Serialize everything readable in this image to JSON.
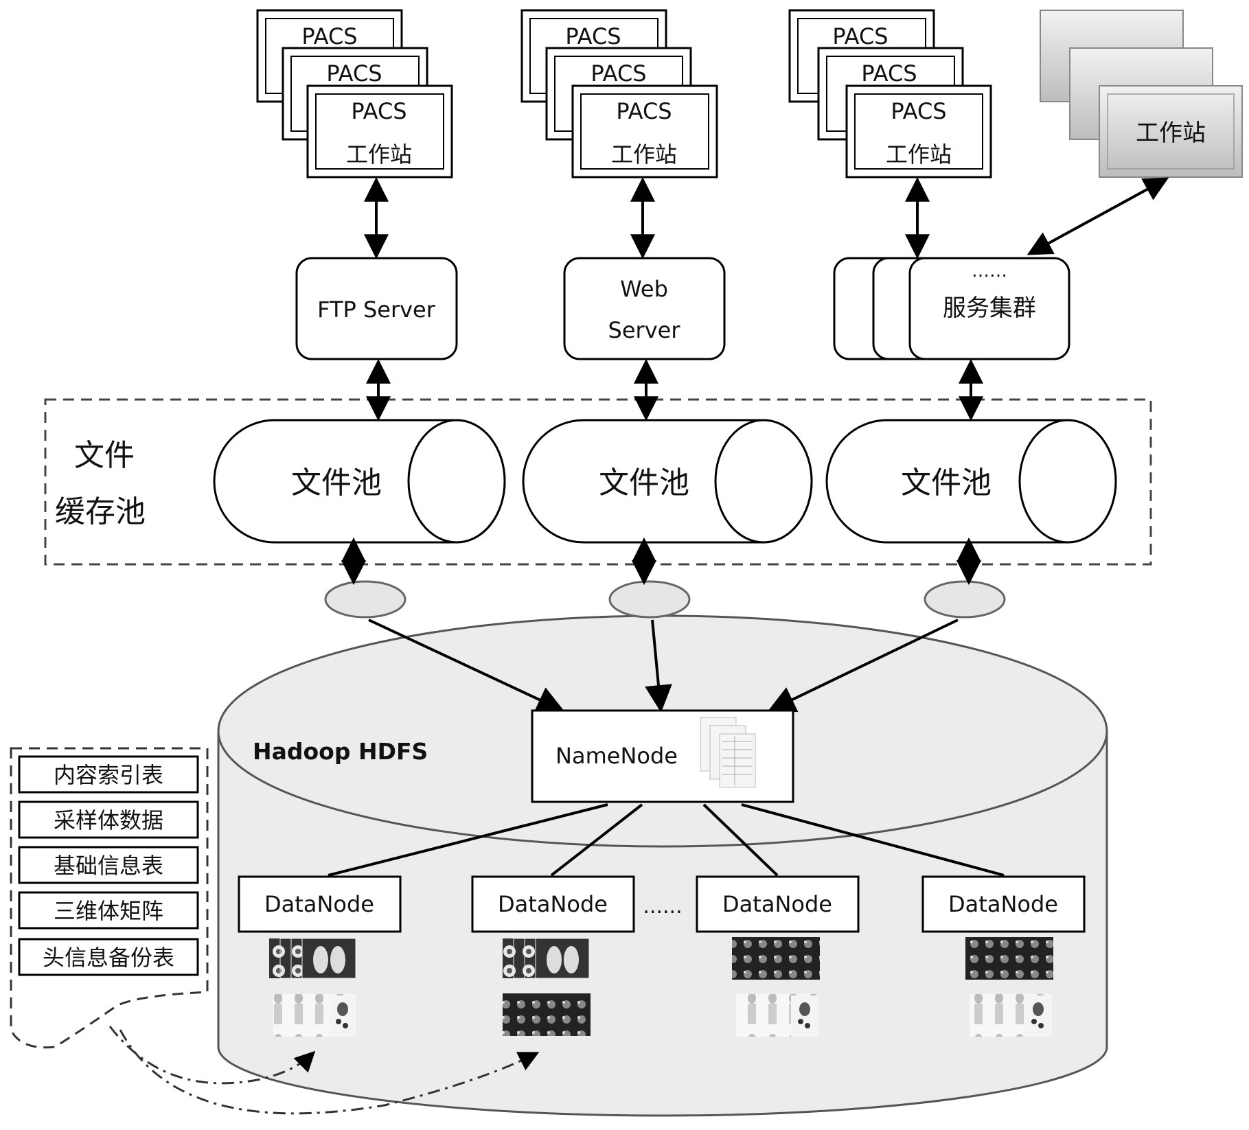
{
  "workstations": {
    "pacs": "PACS",
    "station": "工作站",
    "columns": [
      {
        "back1": "PACS",
        "back2": "PACS",
        "front_top": "PACS",
        "front_bottom": "工作站"
      },
      {
        "back1": "PACS",
        "back2": "PACS",
        "front_top": "PACS",
        "front_bottom": "工作站"
      },
      {
        "back1": "PACS",
        "back2": "PACS",
        "front_top": "PACS",
        "front_bottom": "工作站"
      }
    ],
    "gray_front": "工作站"
  },
  "servers": {
    "ftp": "FTP Server",
    "web_line1": "Web",
    "web_line2": "Server",
    "cluster_dots": "……",
    "cluster": "服务集群"
  },
  "cache": {
    "label_line1": "文件",
    "label_line2": "缓存池",
    "pools": [
      "文件池",
      "文件池",
      "文件池"
    ]
  },
  "hdfs": {
    "title": "Hadoop HDFS",
    "namenode": "NameNode",
    "datanodes": [
      "DataNode",
      "DataNode",
      "DataNode",
      "DataNode"
    ],
    "ellipsis": "......"
  },
  "tables": [
    "内容索引表",
    "采样体数据",
    "基础信息表",
    "三维体矩阵",
    "头信息备份表"
  ],
  "colors": {
    "stroke": "#000000",
    "cylinder_fill": "#ececec",
    "node_fill": "#ffffff",
    "ellipse_fill": "#e6e6e6",
    "gray_box": "#d9d9d9"
  }
}
